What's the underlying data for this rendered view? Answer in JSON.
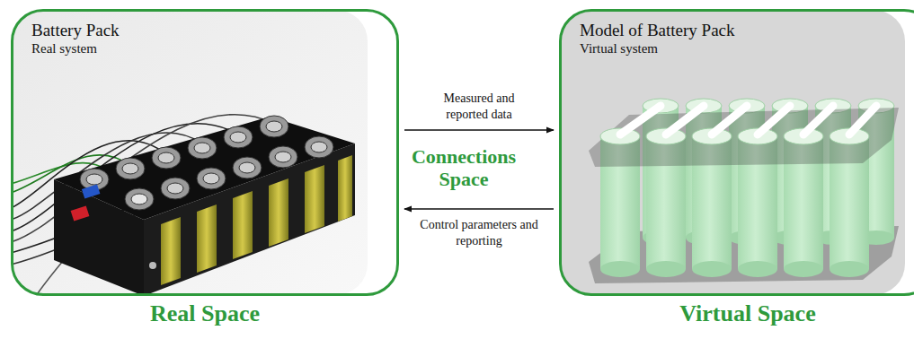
{
  "diagram": {
    "nodes": [
      {
        "text": [
          "Battery Pack",
          "Real system",
          "Real Space"
        ]
      },
      {
        "text": [
          "Model of Battery Pack",
          "Virtual system",
          "Virtual Space"
        ]
      }
    ],
    "edges": [
      {
        "from": 0,
        "to": 1,
        "arrow": "to",
        "label": "Measured and reported data"
      },
      {
        "from": 1,
        "to": 0,
        "arrow": "to",
        "label": "Control parameters and reporting"
      }
    ],
    "labels": [
      "Connections Space"
    ]
  }
}
